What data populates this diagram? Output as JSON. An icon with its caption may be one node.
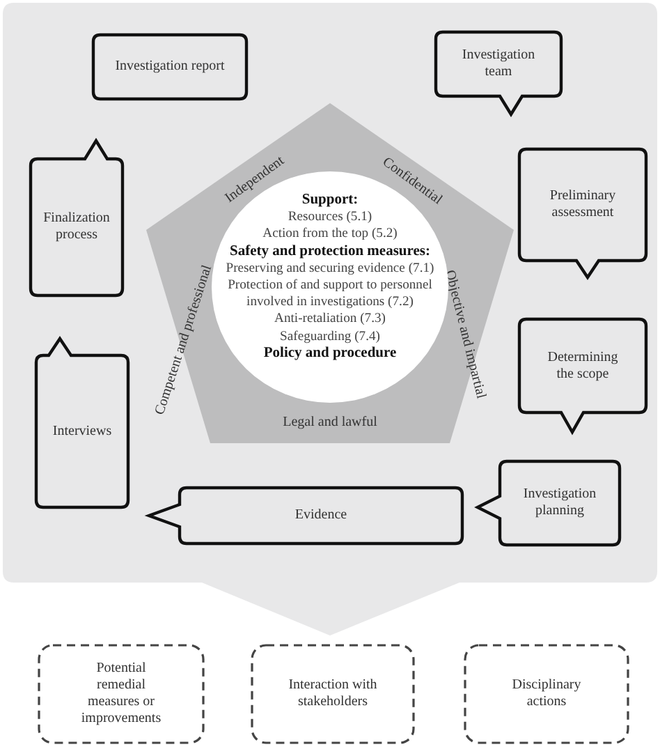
{
  "diagram": {
    "nodes": [
      {
        "text": [
          "Investigation report"
        ]
      },
      {
        "text": [
          "Investigation team"
        ]
      },
      {
        "text": [
          "Preliminary assessment"
        ]
      },
      {
        "text": [
          "Determining the scope"
        ]
      },
      {
        "text": [
          "Investigation planning"
        ]
      },
      {
        "text": [
          "Evidence"
        ]
      },
      {
        "text": [
          "Interviews"
        ]
      },
      {
        "text": [
          "Finalization process"
        ]
      },
      {
        "text": [
          "Independent",
          "Confidential",
          "Objective and impartial",
          "Legal and lawful",
          "Competent and professional"
        ]
      },
      {
        "text": [
          "Support:",
          "Resources (5.1)",
          "Action from the top (5.2)",
          "Safety and protection measures:",
          "Preserving and securing evidence (7.1)",
          "Protection of and support to personnel involved in investigations (7.2)",
          "Anti-retaliation (7.3)",
          "Safeguarding (7.4)",
          "Policy and procedure"
        ],
        "in": 8
      },
      {
        "text": [
          "Potential remedial measures or improvements"
        ]
      },
      {
        "text": [
          "Interaction with stakeholders"
        ]
      },
      {
        "text": [
          "Disciplinary actions"
        ]
      }
    ]
  }
}
